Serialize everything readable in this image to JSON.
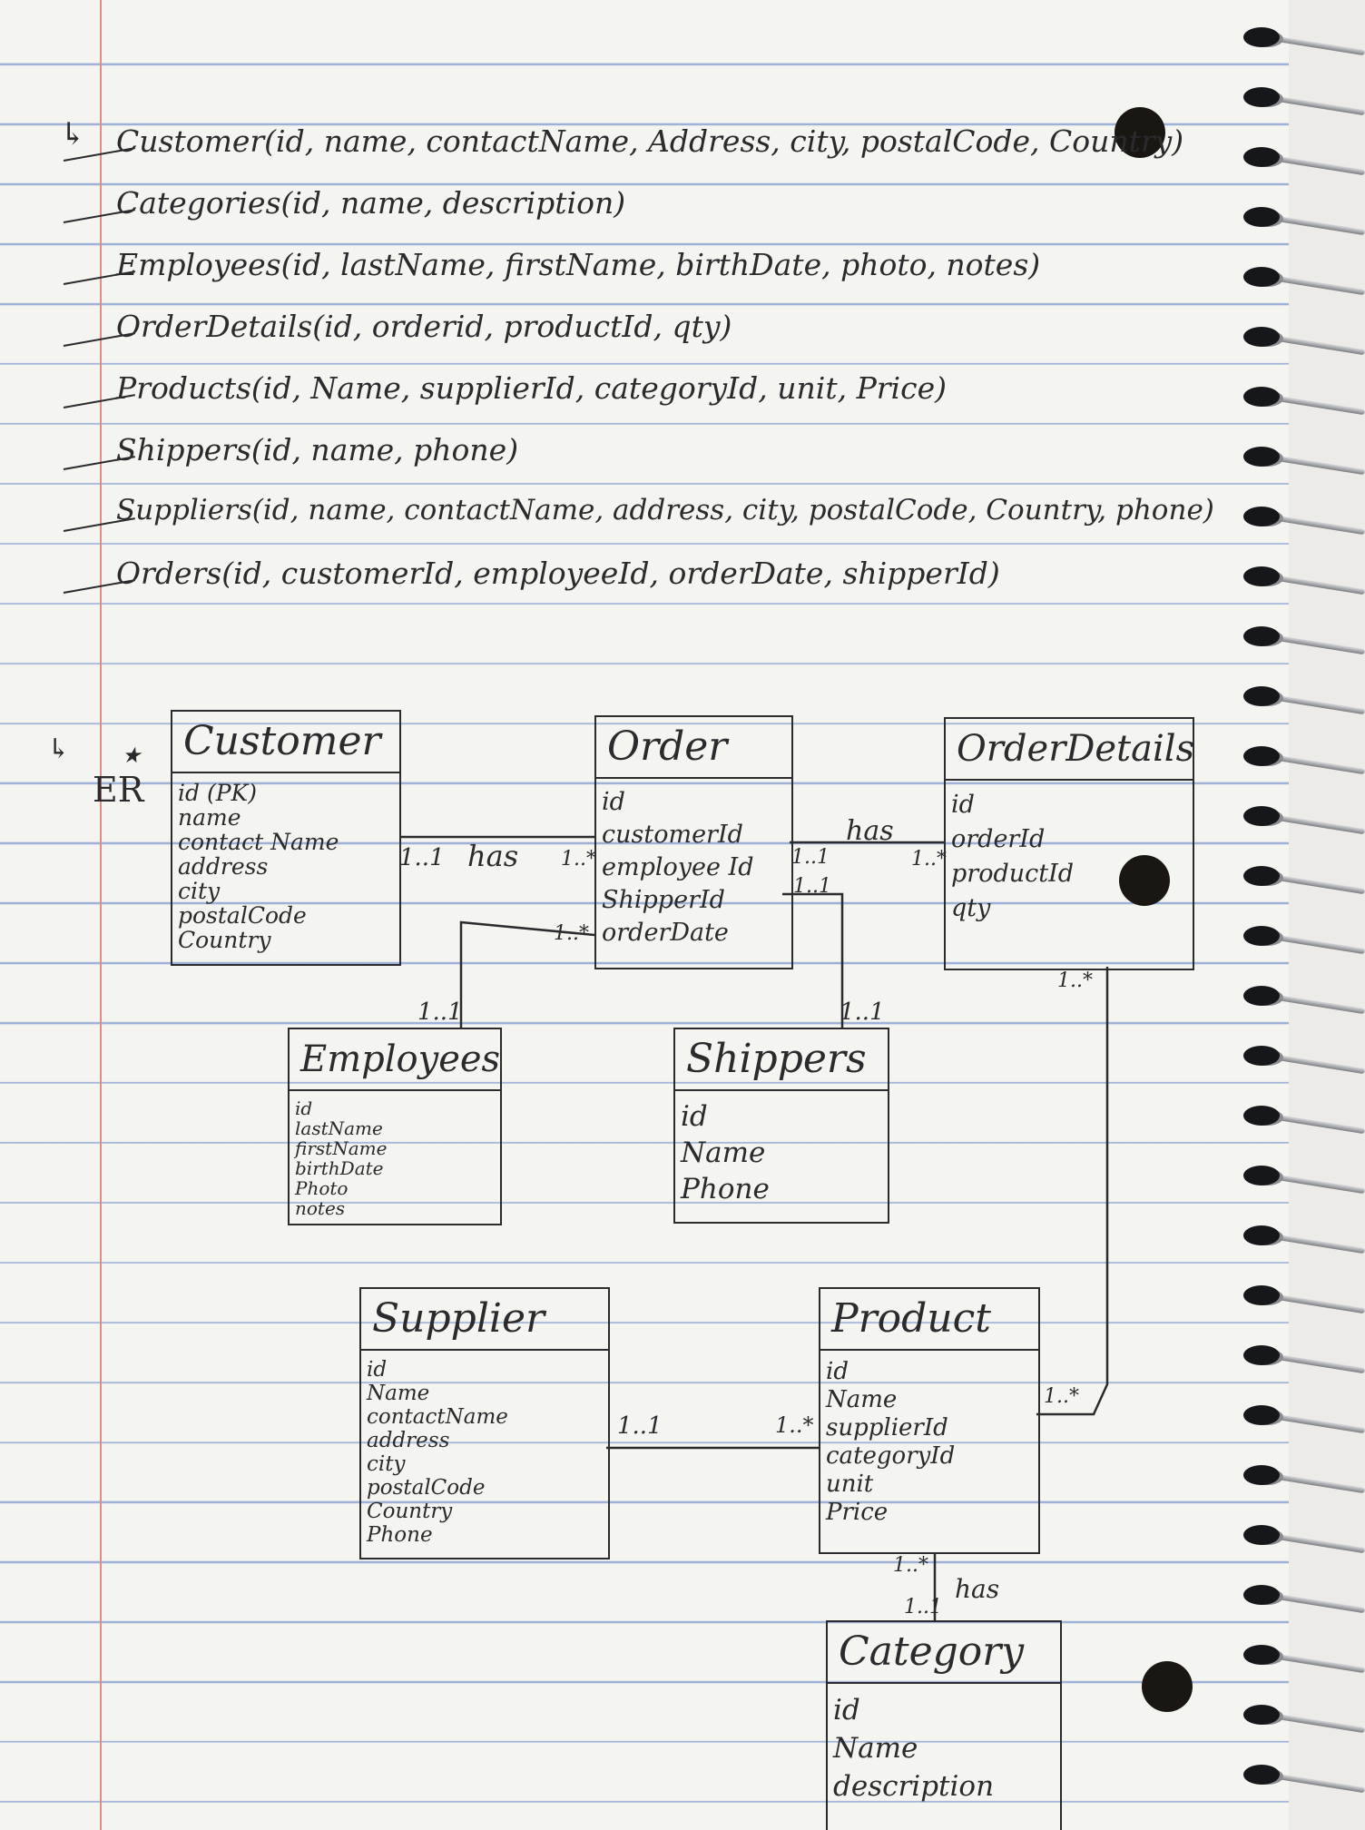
{
  "schema_lines": [
    "Customer(id, name, contactName, Address, city, postalCode, Country)",
    "Categories(id, name, description)",
    "Employees(id, lastName, firstName, birthDate, photo, notes)",
    "OrderDetails(id, orderid, productId, qty)",
    "Products(id, Name, supplierId, categoryId, unit, Price)",
    "Shippers(id, name, phone)",
    "Suppliers(id, name, contactName, address, city, postalCode, Country, phone)",
    "Orders(id, customerId, employeeId, orderDate, shipperId)"
  ],
  "er_label": "ER",
  "entities": {
    "customer": {
      "title": "Customer",
      "attributes": [
        "id (PK)",
        "name",
        "contact Name",
        "address",
        "city",
        "postalCode",
        "Country"
      ]
    },
    "order": {
      "title": "Order",
      "attributes": [
        "id",
        "customerId",
        "employee Id",
        "ShipperId",
        "orderDate"
      ]
    },
    "order_details": {
      "title": "OrderDetails",
      "attributes": [
        "id",
        "orderId",
        "productId",
        "qty"
      ]
    },
    "employees": {
      "title": "Employees",
      "attributes": [
        "id",
        "lastName",
        "firstName",
        "birthDate",
        "Photo",
        "notes"
      ]
    },
    "shippers": {
      "title": "Shippers",
      "attributes": [
        "id",
        "Name",
        "Phone"
      ]
    },
    "supplier": {
      "title": "Supplier",
      "attributes": [
        "id",
        "Name",
        "contactName",
        "address",
        "city",
        "postalCode",
        "Country",
        "Phone"
      ]
    },
    "product": {
      "title": "Product",
      "attributes": [
        "id",
        "Name",
        "supplierId",
        "categoryId",
        "unit",
        "Price"
      ]
    },
    "category": {
      "title": "Category",
      "attributes": [
        "id",
        "Name",
        "description"
      ]
    }
  },
  "relationships": {
    "customer_order": {
      "label": "has",
      "from_card": "1..1",
      "to_card": "1..*"
    },
    "order_orderdetails": {
      "label": "has",
      "from_card": "1..1",
      "to_card": "1..*"
    },
    "order_employees": {
      "from_card": "1..*",
      "to_card": "1..1"
    },
    "order_shippers": {
      "from_card": "1..1",
      "to_card": "1..1"
    },
    "orderdetails_product": {
      "from_card": "1..*",
      "to_card": "1..*"
    },
    "supplier_product": {
      "from_card": "1..1",
      "to_card": "1..*"
    },
    "product_category": {
      "label": "has",
      "from_card": "1..*",
      "to_card": "1..1"
    }
  },
  "colors": {
    "ink": "#2b2a2c",
    "rule_line": "#466ebe",
    "margin_line": "#e08a8a",
    "paper": "#f4f4f1"
  }
}
